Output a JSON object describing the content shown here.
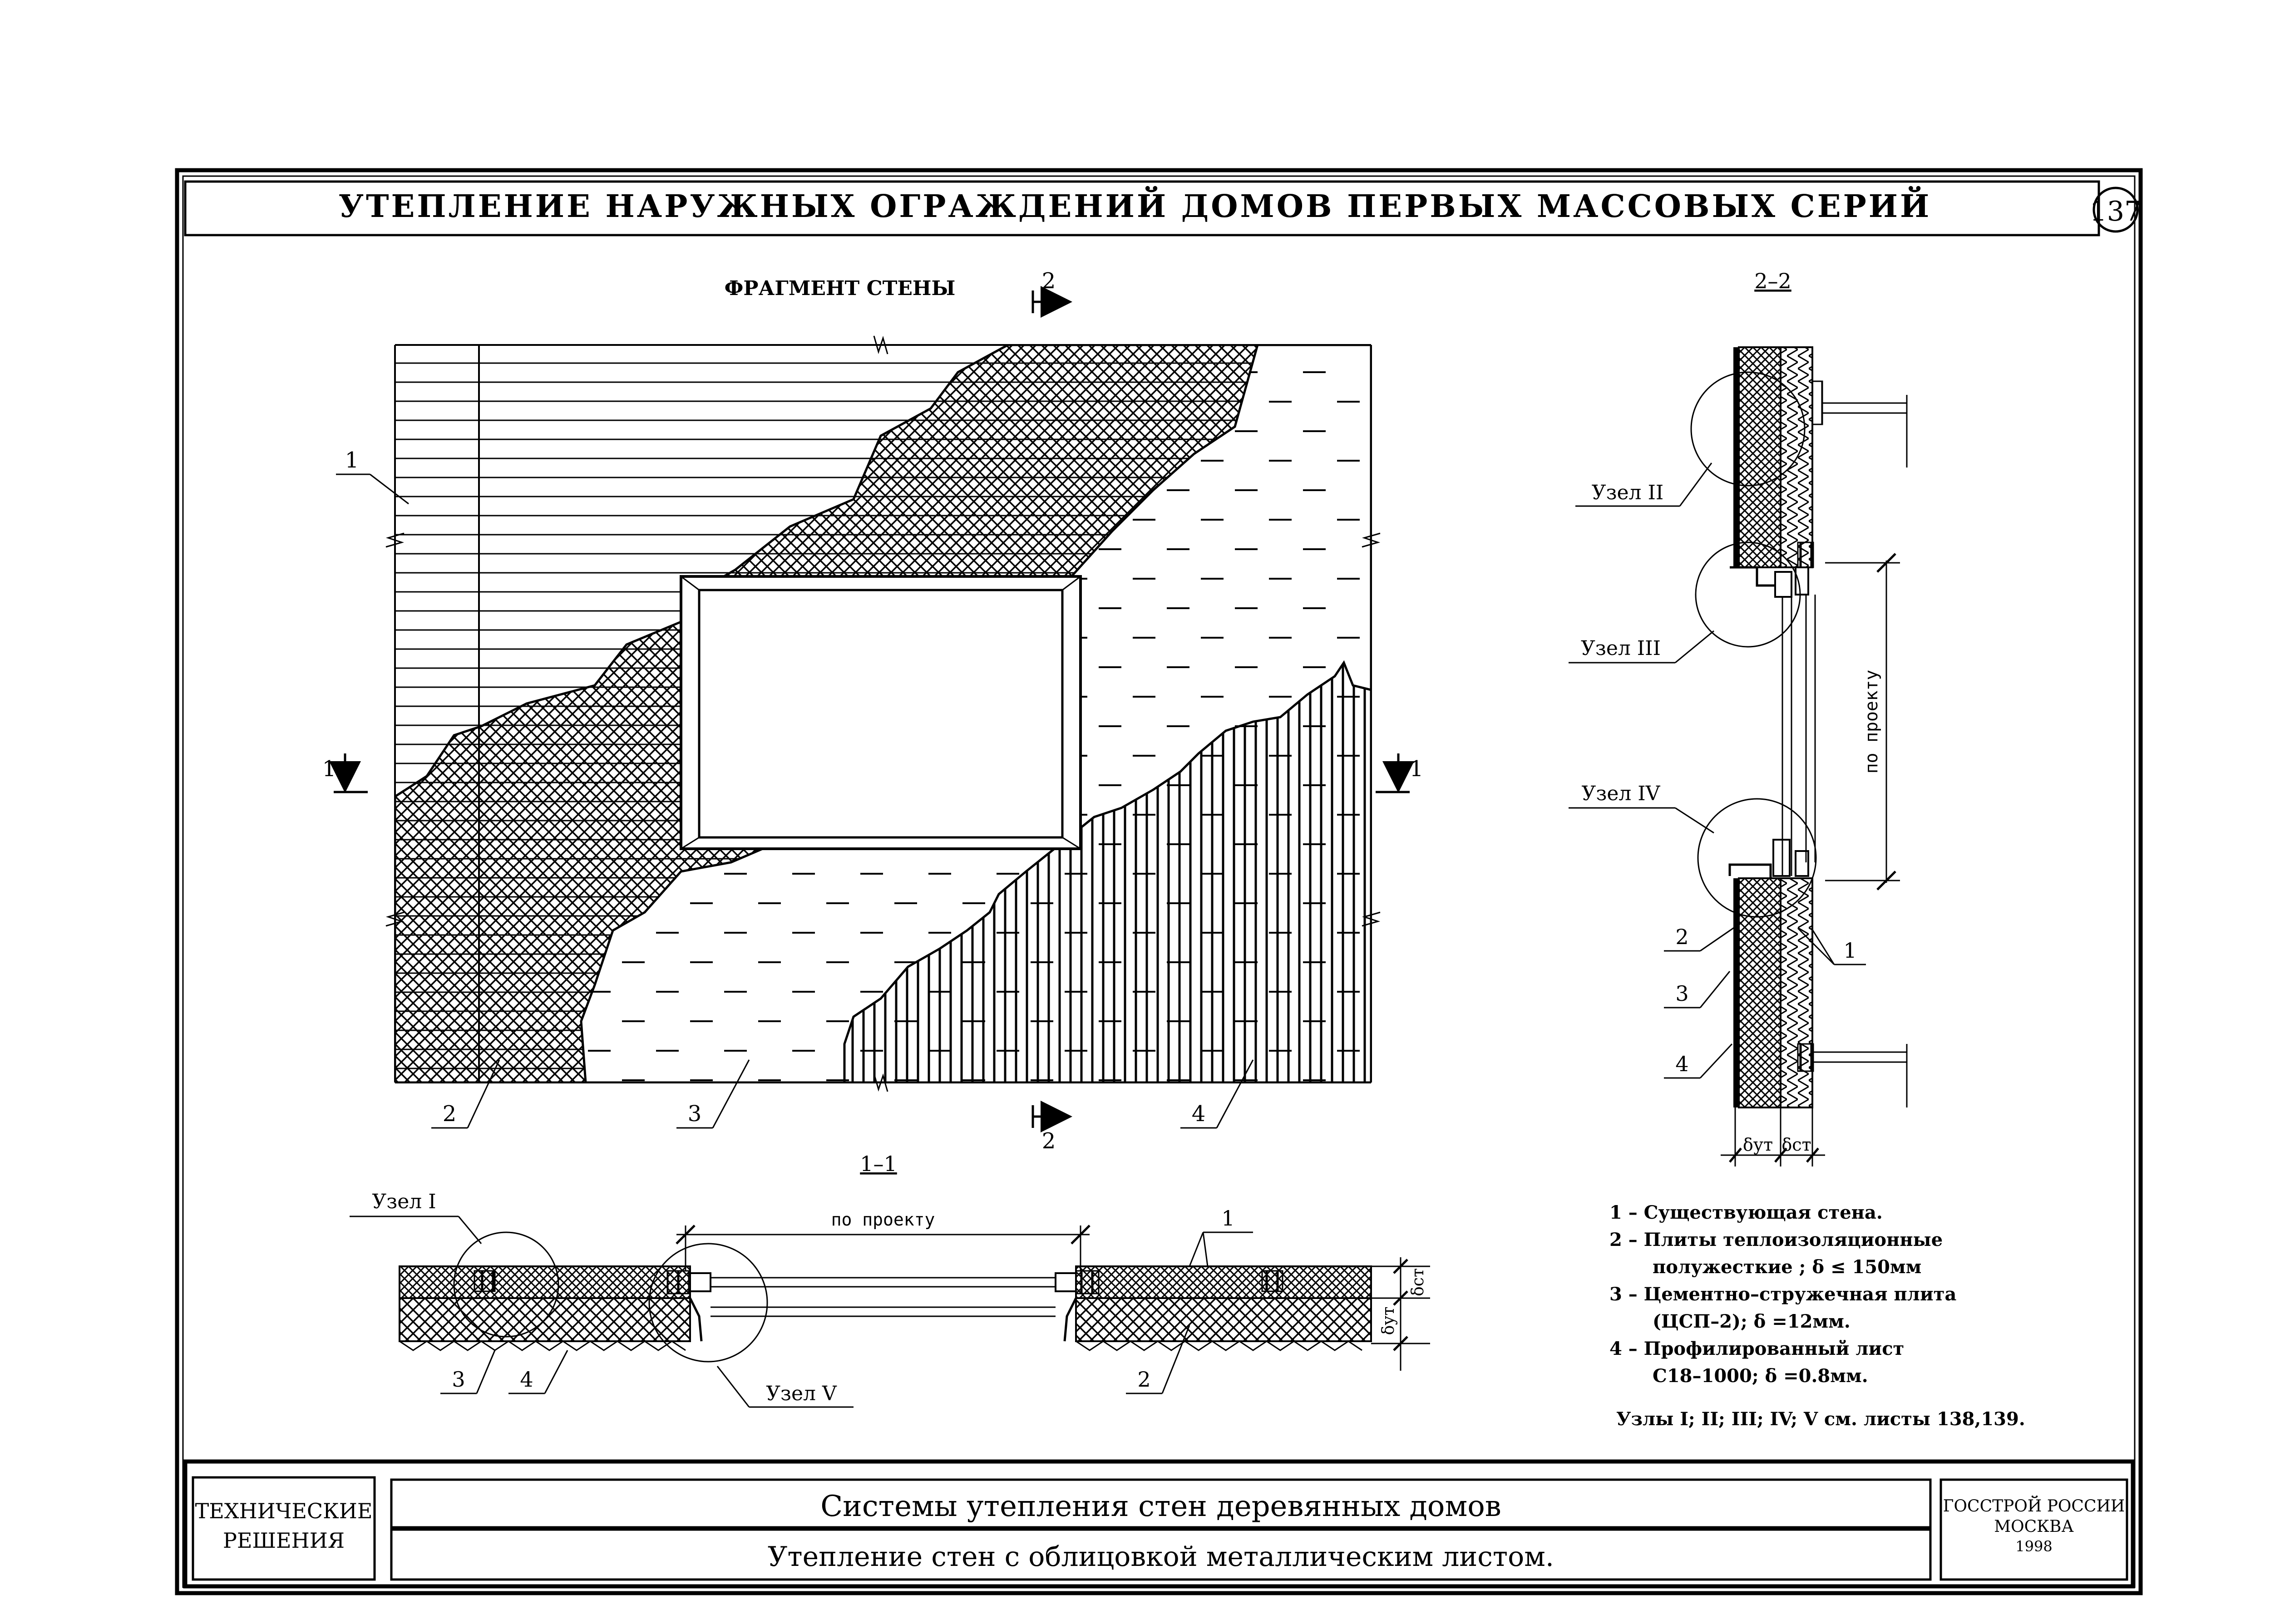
{
  "sheet": {
    "title": "УТЕПЛЕНИЕ НАРУЖНЫХ ОГРАЖДЕНИЙ ДОМОВ ПЕРВЫХ МАССОВЫХ СЕРИЙ",
    "sheet_number": "137"
  },
  "fragment": {
    "title": "ФРАГМЕНТ СТЕНЫ",
    "callouts": [
      "1",
      "2",
      "3",
      "4"
    ],
    "cut_1_label": "1",
    "cut_2_label": "2"
  },
  "section_2_2": {
    "title": "2–2",
    "nodes": [
      "Узел II",
      "Узел III",
      "Узел IV"
    ],
    "dimension_label": "по проекту",
    "callouts": [
      "2",
      "3",
      "4",
      "1"
    ],
    "thickness_labels": [
      "δут",
      "δст"
    ]
  },
  "section_1_1": {
    "title": "1–1",
    "nodes": [
      "Узел I",
      "Узел V"
    ],
    "dimension_label": "по проекту",
    "callouts": [
      "3",
      "4",
      "2",
      "1"
    ],
    "thickness_labels": [
      "δут",
      "δст"
    ]
  },
  "legend": {
    "items": [
      "1 – Существующая стена.",
      "2 – Плиты теплоизоляционные",
      "полужесткие ; δ ≤ 150мм",
      "3 – Цементно–стружечная плита",
      "(ЦСП–2); δ =12мм.",
      "4 – Профилированный лист",
      "С18–1000; δ =0.8мм."
    ],
    "note": "Узлы I; II; III; IV; V см. листы 138,139."
  },
  "title_block": {
    "stamp_line1": "ТЕХНИЧЕСКИЕ",
    "stamp_line2": "РЕШЕНИЯ",
    "system_title": "Системы утепления стен деревянных домов",
    "drawing_title": "Утепление стен с облицовкой металлическим листом.",
    "org_line1": "ГОССТРОЙ РОССИИ",
    "org_line2": "МОСКВА",
    "org_year": "1998"
  }
}
